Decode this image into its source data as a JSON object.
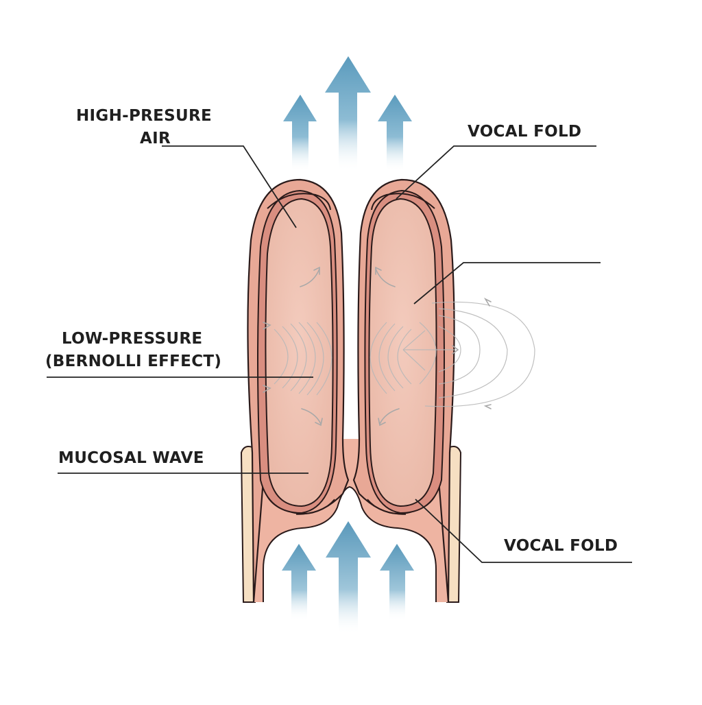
{
  "diagram": {
    "subject": "Vocal fold vibration and airflow",
    "labels": {
      "high_pressure": [
        "HIGH-PRESURE",
        "AIR"
      ],
      "vocal_fold_top": "VOCAL FOLD",
      "low_pressure": [
        "LOW-PRESSURE",
        "(BERNOLLI EFFECT)"
      ],
      "mucosal_wave": "MUCOSAL WAVE",
      "vocal_fold_bottom": "VOCAL FOLD",
      "unlabeled_right_leader": ""
    },
    "airflow_arrows": {
      "top_count": 3,
      "bottom_count": 3,
      "direction": "up"
    },
    "colors": {
      "arrow_blue": "#5f9fc0",
      "tissue_outer": "#e8a896",
      "tissue_band": "#d98e80",
      "tissue_inner": "#f0c4b4",
      "cartilage": "#f6dfc2",
      "outline": "#2a1a1a",
      "field_lines": "#b8b8b8",
      "text": "#1f1f1f"
    }
  }
}
